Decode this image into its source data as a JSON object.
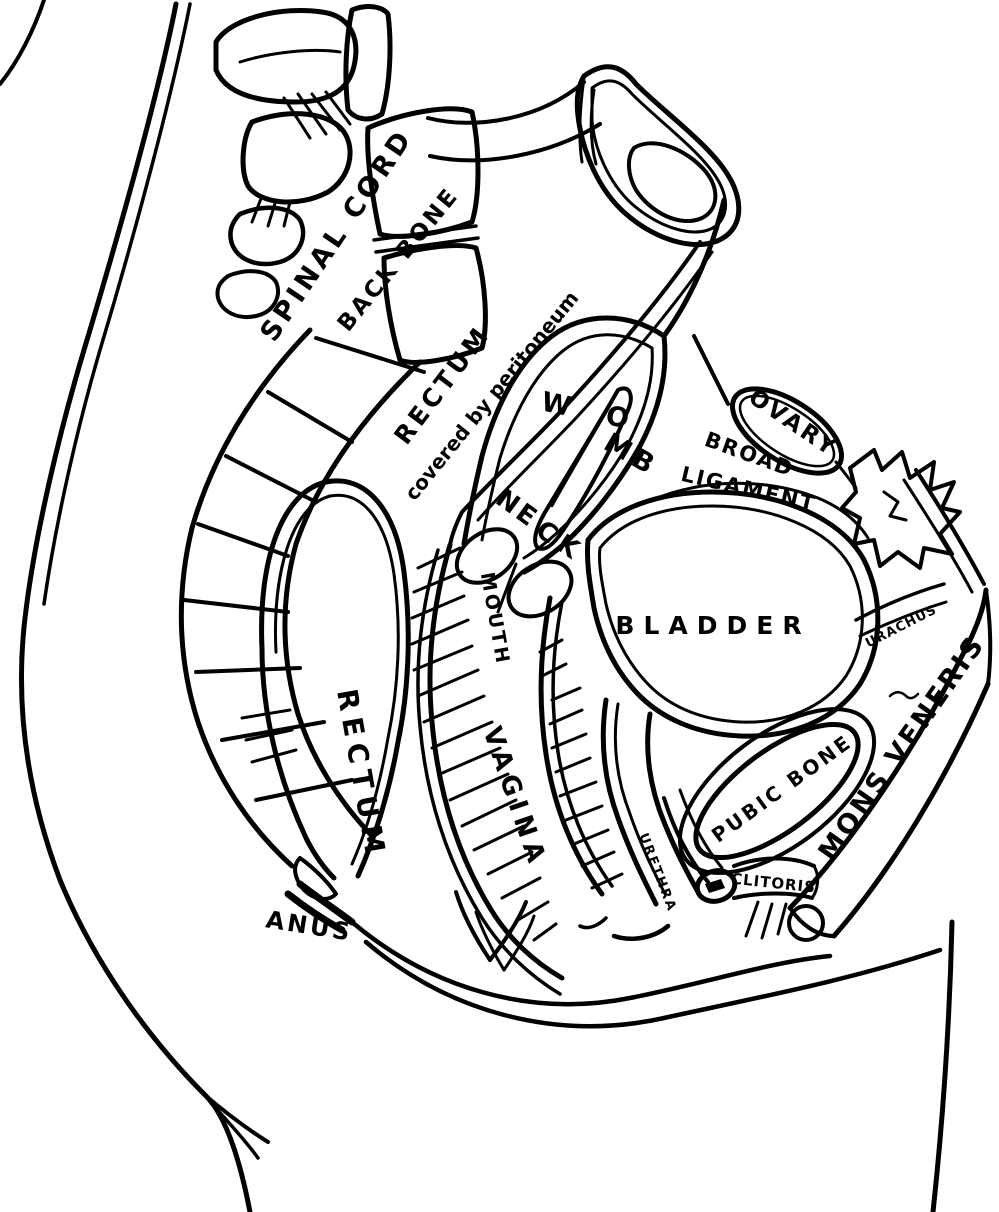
{
  "figure": {
    "colors": {
      "ink": "#000000",
      "paper": "#ffffff"
    },
    "labels": {
      "spinal_cord": "SPINAL CORD",
      "back_bone": "BACK BONE",
      "rectum_upper": "RECTUM",
      "rectum_upper_sub": "covered by peritoneum",
      "womb_a": "WO",
      "womb_b": "MB",
      "neck_a": "NE",
      "neck_b": "CK",
      "mouth": "MOUTH",
      "ovary": "OVARY",
      "broad_ligament_a": "BROAD",
      "broad_ligament_b": "LIGAMENT",
      "bladder": "BLADDER",
      "urachus": "URACHUS",
      "rectum_lower": "RECTUM",
      "vagina": "VAGINA",
      "anus": "ANUS",
      "urethra": "URETHRA",
      "pubic_bone": "PUBIC BONE",
      "clitoris": "CLITORIS",
      "mons_veneris": "MONS VENERIS"
    }
  }
}
